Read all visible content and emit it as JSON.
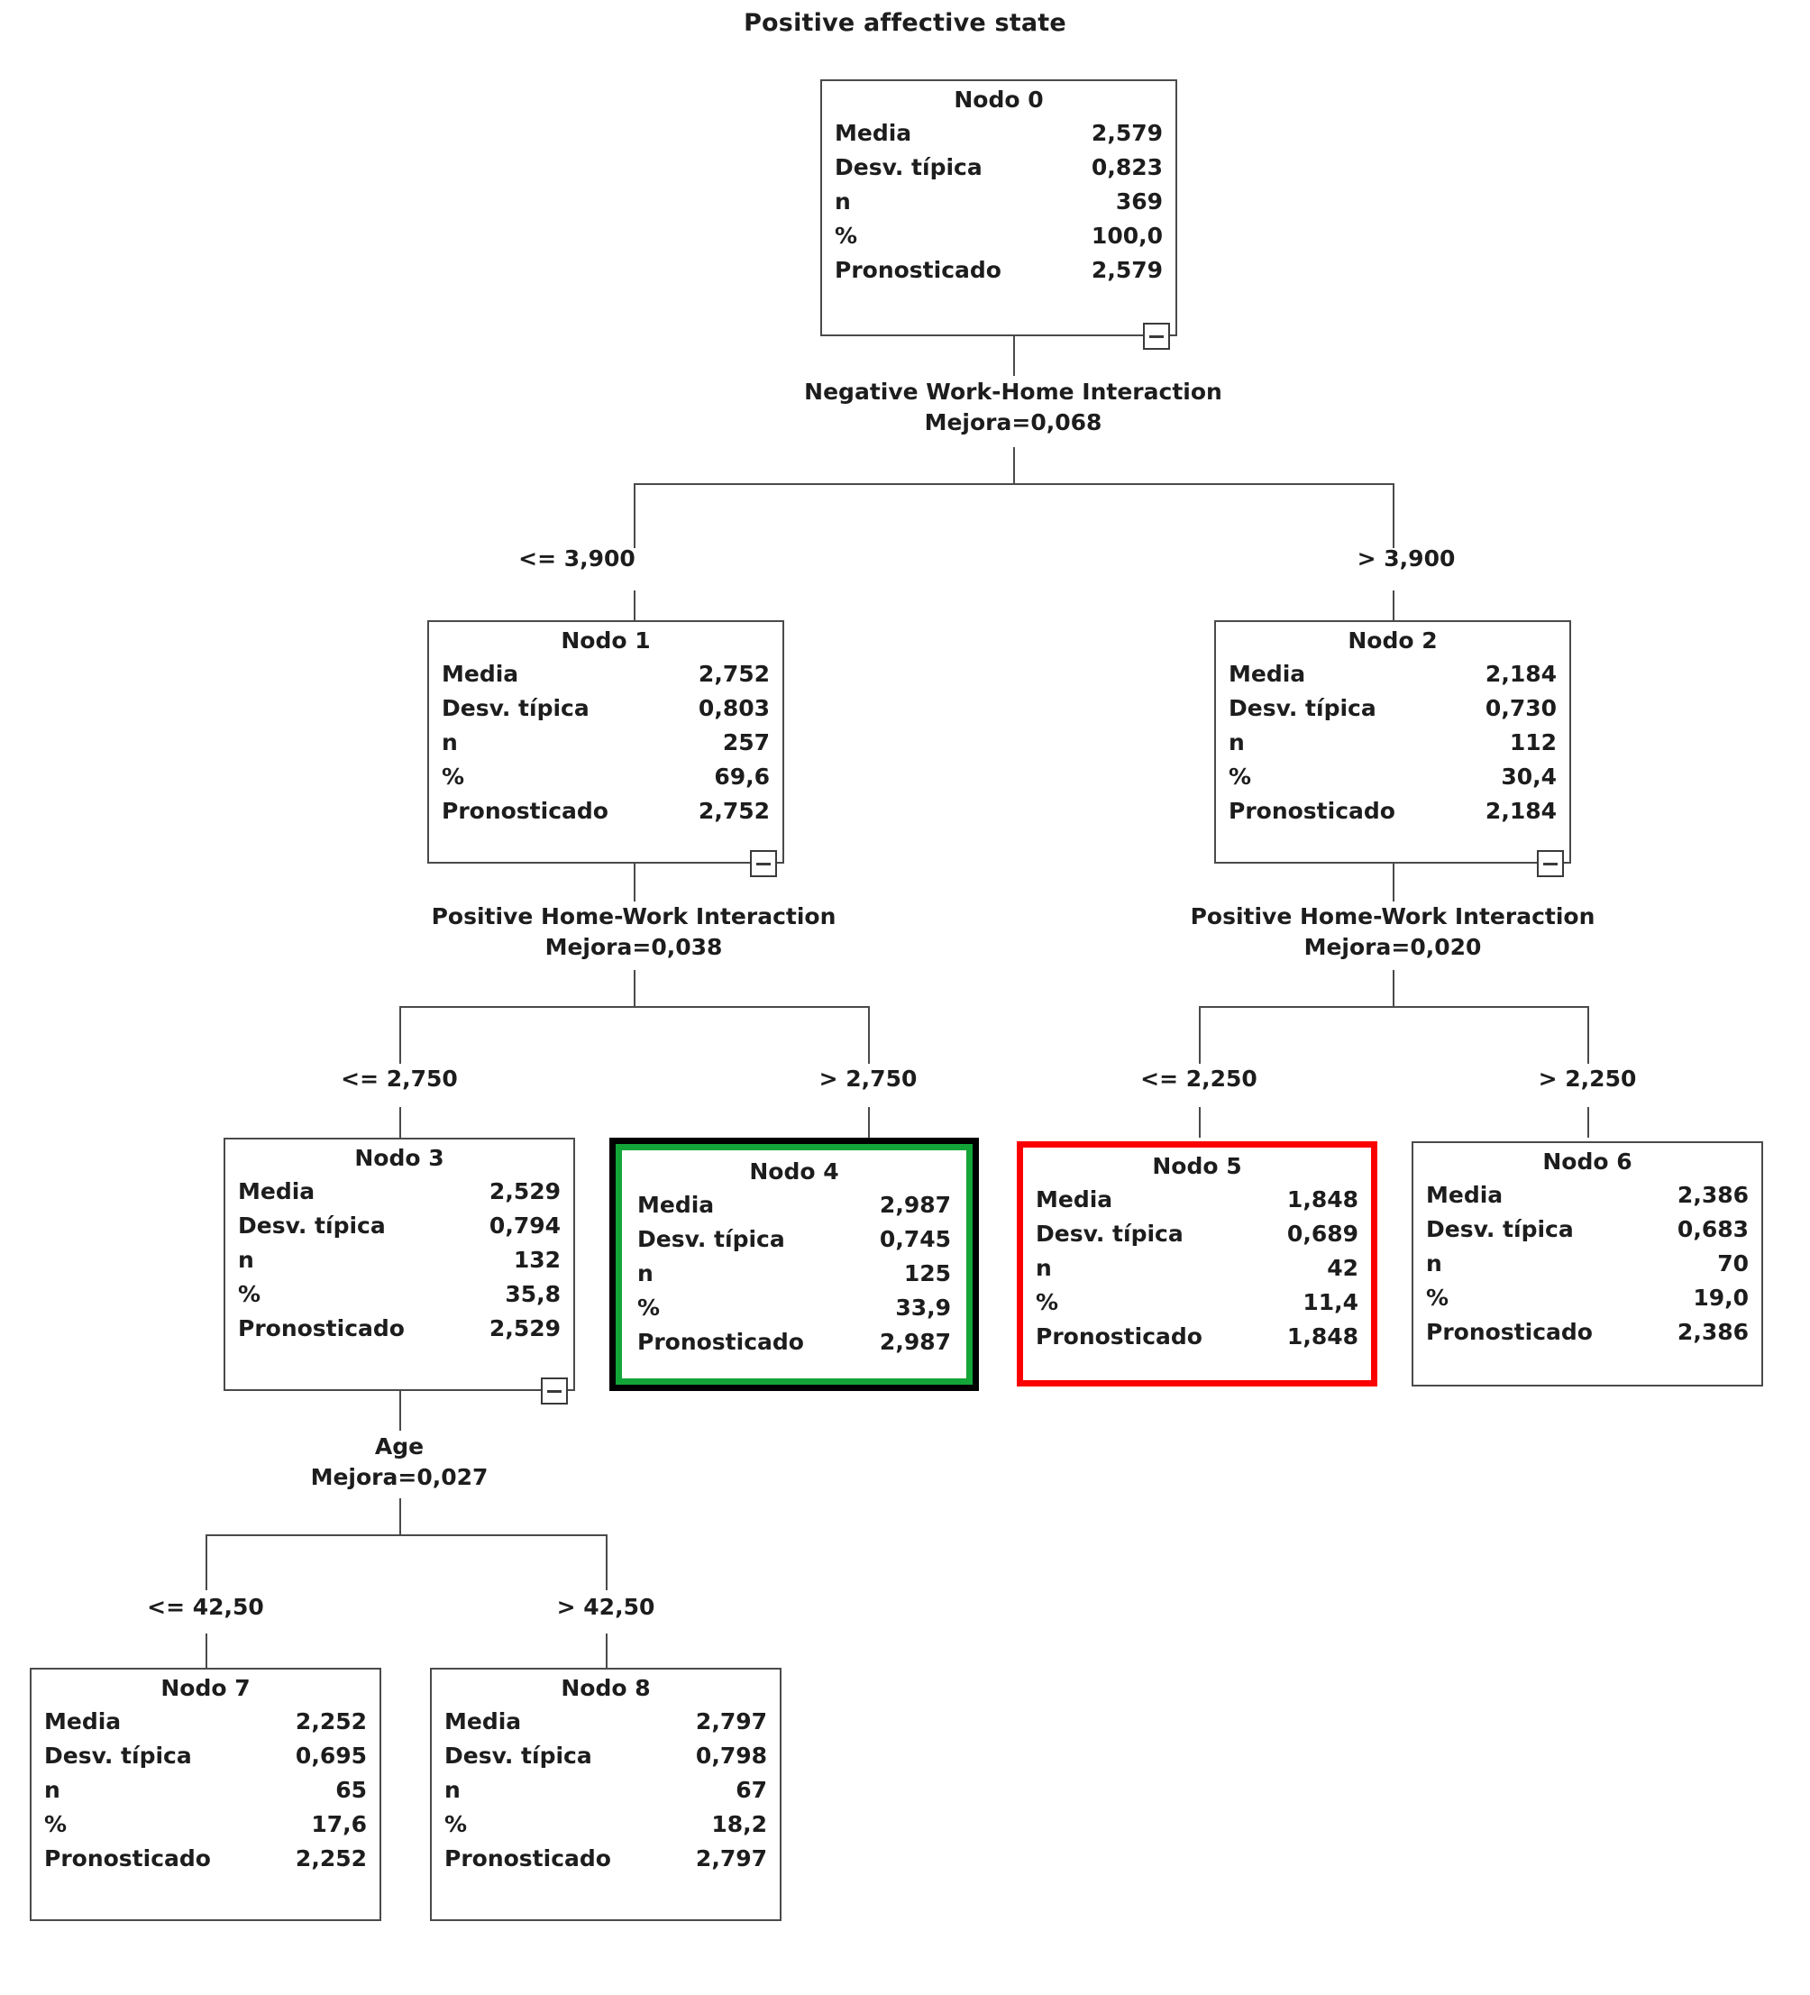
{
  "chart_data": {
    "type": "diagram",
    "diagram_type": "decision-tree",
    "title": "Positive affective state",
    "row_labels": [
      "Media",
      "Desv. típica",
      "n",
      "%",
      "Pronosticado"
    ],
    "nodes": [
      {
        "id": "nodo0",
        "title": "Nodo 0",
        "media": "2,579",
        "desv": "0,823",
        "n": "369",
        "pct": "100,0",
        "pronosticado": "2,579",
        "highlight": "none"
      },
      {
        "id": "nodo1",
        "title": "Nodo 1",
        "media": "2,752",
        "desv": "0,803",
        "n": "257",
        "pct": "69,6",
        "pronosticado": "2,752",
        "highlight": "none"
      },
      {
        "id": "nodo2",
        "title": "Nodo 2",
        "media": "2,184",
        "desv": "0,730",
        "n": "112",
        "pct": "30,4",
        "pronosticado": "2,184",
        "highlight": "none"
      },
      {
        "id": "nodo3",
        "title": "Nodo 3",
        "media": "2,529",
        "desv": "0,794",
        "n": "132",
        "pct": "35,8",
        "pronosticado": "2,529",
        "highlight": "none"
      },
      {
        "id": "nodo4",
        "title": "Nodo 4",
        "media": "2,987",
        "desv": "0,745",
        "n": "125",
        "pct": "33,9",
        "pronosticado": "2,987",
        "highlight": "green"
      },
      {
        "id": "nodo5",
        "title": "Nodo 5",
        "media": "1,848",
        "desv": "0,689",
        "n": "42",
        "pct": "11,4",
        "pronosticado": "1,848",
        "highlight": "red"
      },
      {
        "id": "nodo6",
        "title": "Nodo 6",
        "media": "2,386",
        "desv": "0,683",
        "n": "70",
        "pct": "19,0",
        "pronosticado": "2,386",
        "highlight": "none"
      },
      {
        "id": "nodo7",
        "title": "Nodo 7",
        "media": "2,252",
        "desv": "0,695",
        "n": "65",
        "pct": "17,6",
        "pronosticado": "2,252",
        "highlight": "none"
      },
      {
        "id": "nodo8",
        "title": "Nodo 8",
        "media": "2,797",
        "desv": "0,798",
        "n": "67",
        "pct": "18,2",
        "pronosticado": "2,797",
        "highlight": "none"
      }
    ],
    "splits": [
      {
        "id": "split0",
        "parent": "nodo0",
        "variable": "Negative Work-Home Interaction",
        "improvement": "Mejora=0,068",
        "branches": [
          {
            "label": "<= 3,900",
            "child": "nodo1"
          },
          {
            "label": "> 3,900",
            "child": "nodo2"
          }
        ]
      },
      {
        "id": "split1",
        "parent": "nodo1",
        "variable": "Positive Home-Work Interaction",
        "improvement": "Mejora=0,038",
        "branches": [
          {
            "label": "<= 2,750",
            "child": "nodo3"
          },
          {
            "label": "> 2,750",
            "child": "nodo4"
          }
        ]
      },
      {
        "id": "split2",
        "parent": "nodo2",
        "variable": "Positive Home-Work Interaction",
        "improvement": "Mejora=0,020",
        "branches": [
          {
            "label": "<= 2,250",
            "child": "nodo5"
          },
          {
            "label": "> 2,250",
            "child": "nodo6"
          }
        ]
      },
      {
        "id": "split3",
        "parent": "nodo3",
        "variable": "Age",
        "improvement": "Mejora=0,027",
        "branches": [
          {
            "label": "<= 42,50",
            "child": "nodo7"
          },
          {
            "label": "> 42,50",
            "child": "nodo8"
          }
        ]
      }
    ],
    "colors": {
      "node_border": "#4a4a4a",
      "highlight_green": "#13a538",
      "highlight_green_outer": "#000000",
      "highlight_red": "#fb0000",
      "text": "#1d1d1d",
      "background": "#ffffff"
    },
    "collapse_buttons": [
      "nodo0",
      "nodo1",
      "nodo2",
      "nodo3"
    ],
    "collapse_glyph": "−"
  }
}
